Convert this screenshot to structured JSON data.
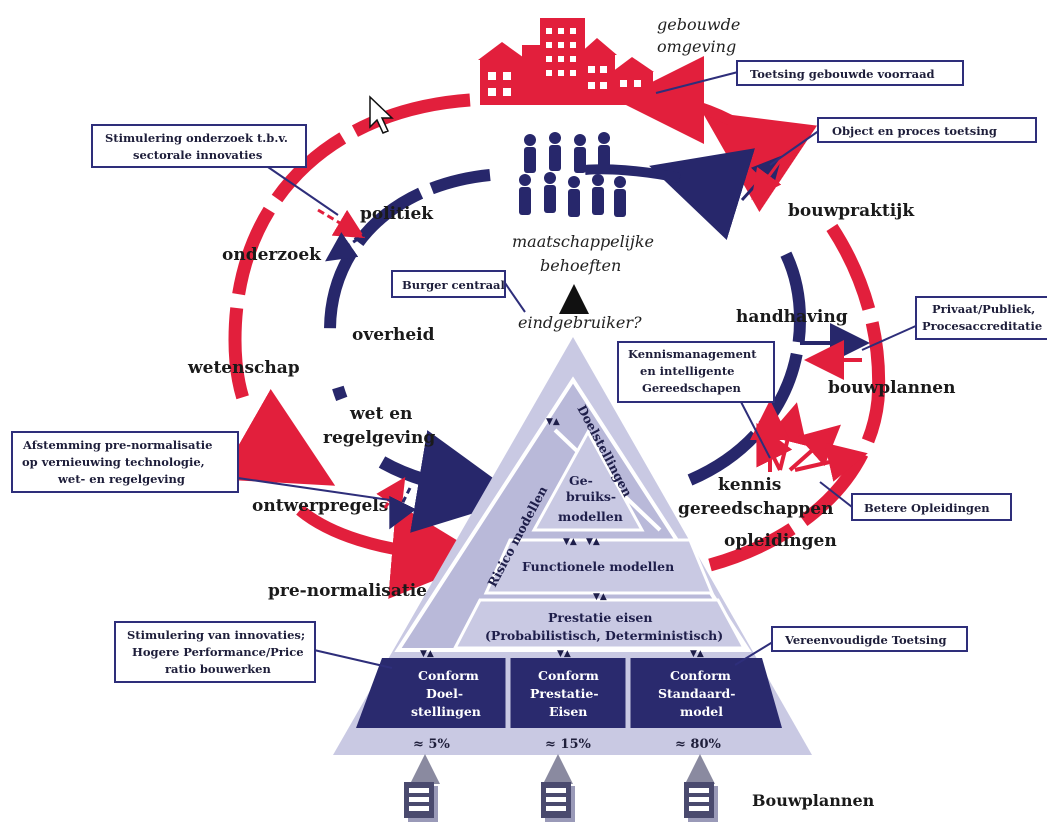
{
  "top": {
    "gebouwde": "gebouwde",
    "omgeving": "omgeving",
    "needs_line1": "maatschappelijke",
    "needs_line2": "behoeften",
    "endgebruiker": "eindgebruiker?"
  },
  "cycle": {
    "politiek": "politiek",
    "overheid": "overheid",
    "wet_line1": "wet en",
    "wet_line2": "regelgeving",
    "handhaving": "handhaving",
    "onderzoek": "onderzoek",
    "wetenschap": "wetenschap",
    "ontwerpregels": "ontwerpregels",
    "prenorm": "pre-normalisatie",
    "bouwpraktijk": "bouwpraktijk",
    "bouwplannen": "bouwplannen",
    "kennis_line1": "kennis",
    "kennis_line2": "gereedschappen",
    "opleidingen": "opleidingen"
  },
  "callouts": {
    "toetsing_voorraad": "Toetsing gebouwde voorraad",
    "object_proces": "Object en proces toetsing",
    "stimulering_line1": "Stimulering onderzoek t.b.v.",
    "stimulering_line2": "sectorale innovaties",
    "burger": "Burger centraal",
    "privaat_line1": "Privaat/Publiek,",
    "privaat_line2": "Procesaccreditatie",
    "kennismgmt_line1": "Kennismanagement",
    "kennismgmt_line2": "en intelligente",
    "kennismgmt_line3": "Gereedschapen",
    "betere": "Betere Opleidingen",
    "afstemming_line1": "Afstemming pre-normalisatie",
    "afstemming_line2": "op vernieuwing technologie,",
    "afstemming_line3": "wet- en regelgeving",
    "innovaties_line1": "Stimulering van innovaties;",
    "innovaties_line2": "Hogere Performance/Price",
    "innovaties_line3": "ratio bouwerken",
    "vereenvoudigd": "Vereenvoudigde Toetsing"
  },
  "pyramid": {
    "doelstellingen": "Doelstellingen",
    "risico": "Risico modellen",
    "gebruiks_line1": "Ge-",
    "gebruiks_line2": "bruiks-",
    "gebruiks_line3": "modellen",
    "functionele": "Functionele modellen",
    "prestatie_line1": "Prestatie eisen",
    "prestatie_line2": "(Probabilistisch, Deterministisch)"
  },
  "conform": [
    {
      "line1": "Conform",
      "line2": "Doel-",
      "line3": "stellingen",
      "pct": "≈ 5%"
    },
    {
      "line1": "Conform",
      "line2": "Prestatie-",
      "line3": "Eisen",
      "pct": "≈ 15%"
    },
    {
      "line1": "Conform",
      "line2": "Standaard-",
      "line3": "model",
      "pct": "≈ 80%"
    }
  ],
  "bottom": {
    "bouwplannen": "Bouwplannen"
  },
  "colors": {
    "red": "#e21f3c",
    "navy": "#27276b",
    "pyramid": "#c9c9e3",
    "pyramid_inner": "#b9b9d9",
    "callout_border": "#2e2e7a"
  }
}
